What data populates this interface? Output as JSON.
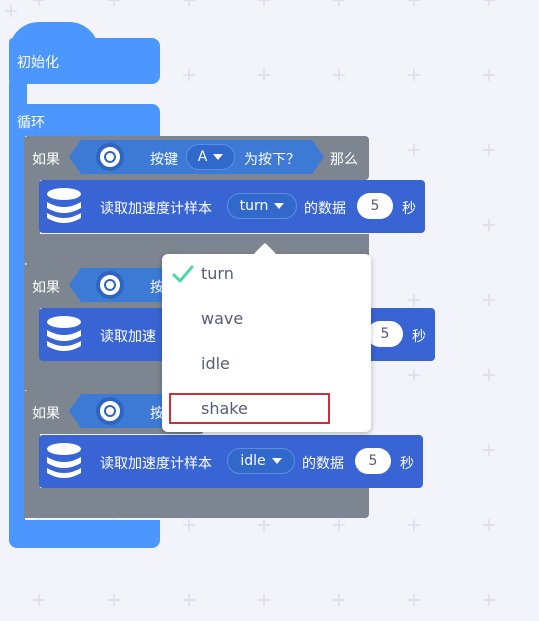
{
  "blocks": {
    "init_label": "初始化",
    "loop_label": "循环",
    "if1": {
      "if_label": "如果",
      "button_label": "按键",
      "button_value": "A",
      "pressed_label": "为按下？",
      "then_label": "那么"
    },
    "read1": {
      "label": "读取加速度计样本",
      "sample": "turn",
      "data_label": "的数据",
      "seconds": "5",
      "sec_unit": "秒"
    },
    "if2": {
      "if_label": "如果",
      "button_label": "按"
    },
    "read2": {
      "label": "读取加速",
      "seconds": "5",
      "sec_unit": "秒"
    },
    "if3": {
      "if_label": "如果",
      "button_label": "按"
    },
    "read3": {
      "label": "读取加速度计样本",
      "sample": "idle",
      "data_label": "的数据",
      "seconds": "5",
      "sec_unit": "秒"
    }
  },
  "dropdown": {
    "items": [
      "turn",
      "wave",
      "idle",
      "shake"
    ],
    "selected": "turn",
    "highlighted": "shake"
  },
  "colors": {
    "workspace": "#f3f4f9",
    "event_blue": "#4c97ff",
    "if_gray": "#7d8590",
    "data_blue": "#3865d3",
    "check_green": "#4cd9a9",
    "highlight_red": "#c9303b"
  },
  "icons": [
    "database-icon",
    "toggle-circle-icon",
    "chevron-down-icon",
    "check-icon"
  ]
}
